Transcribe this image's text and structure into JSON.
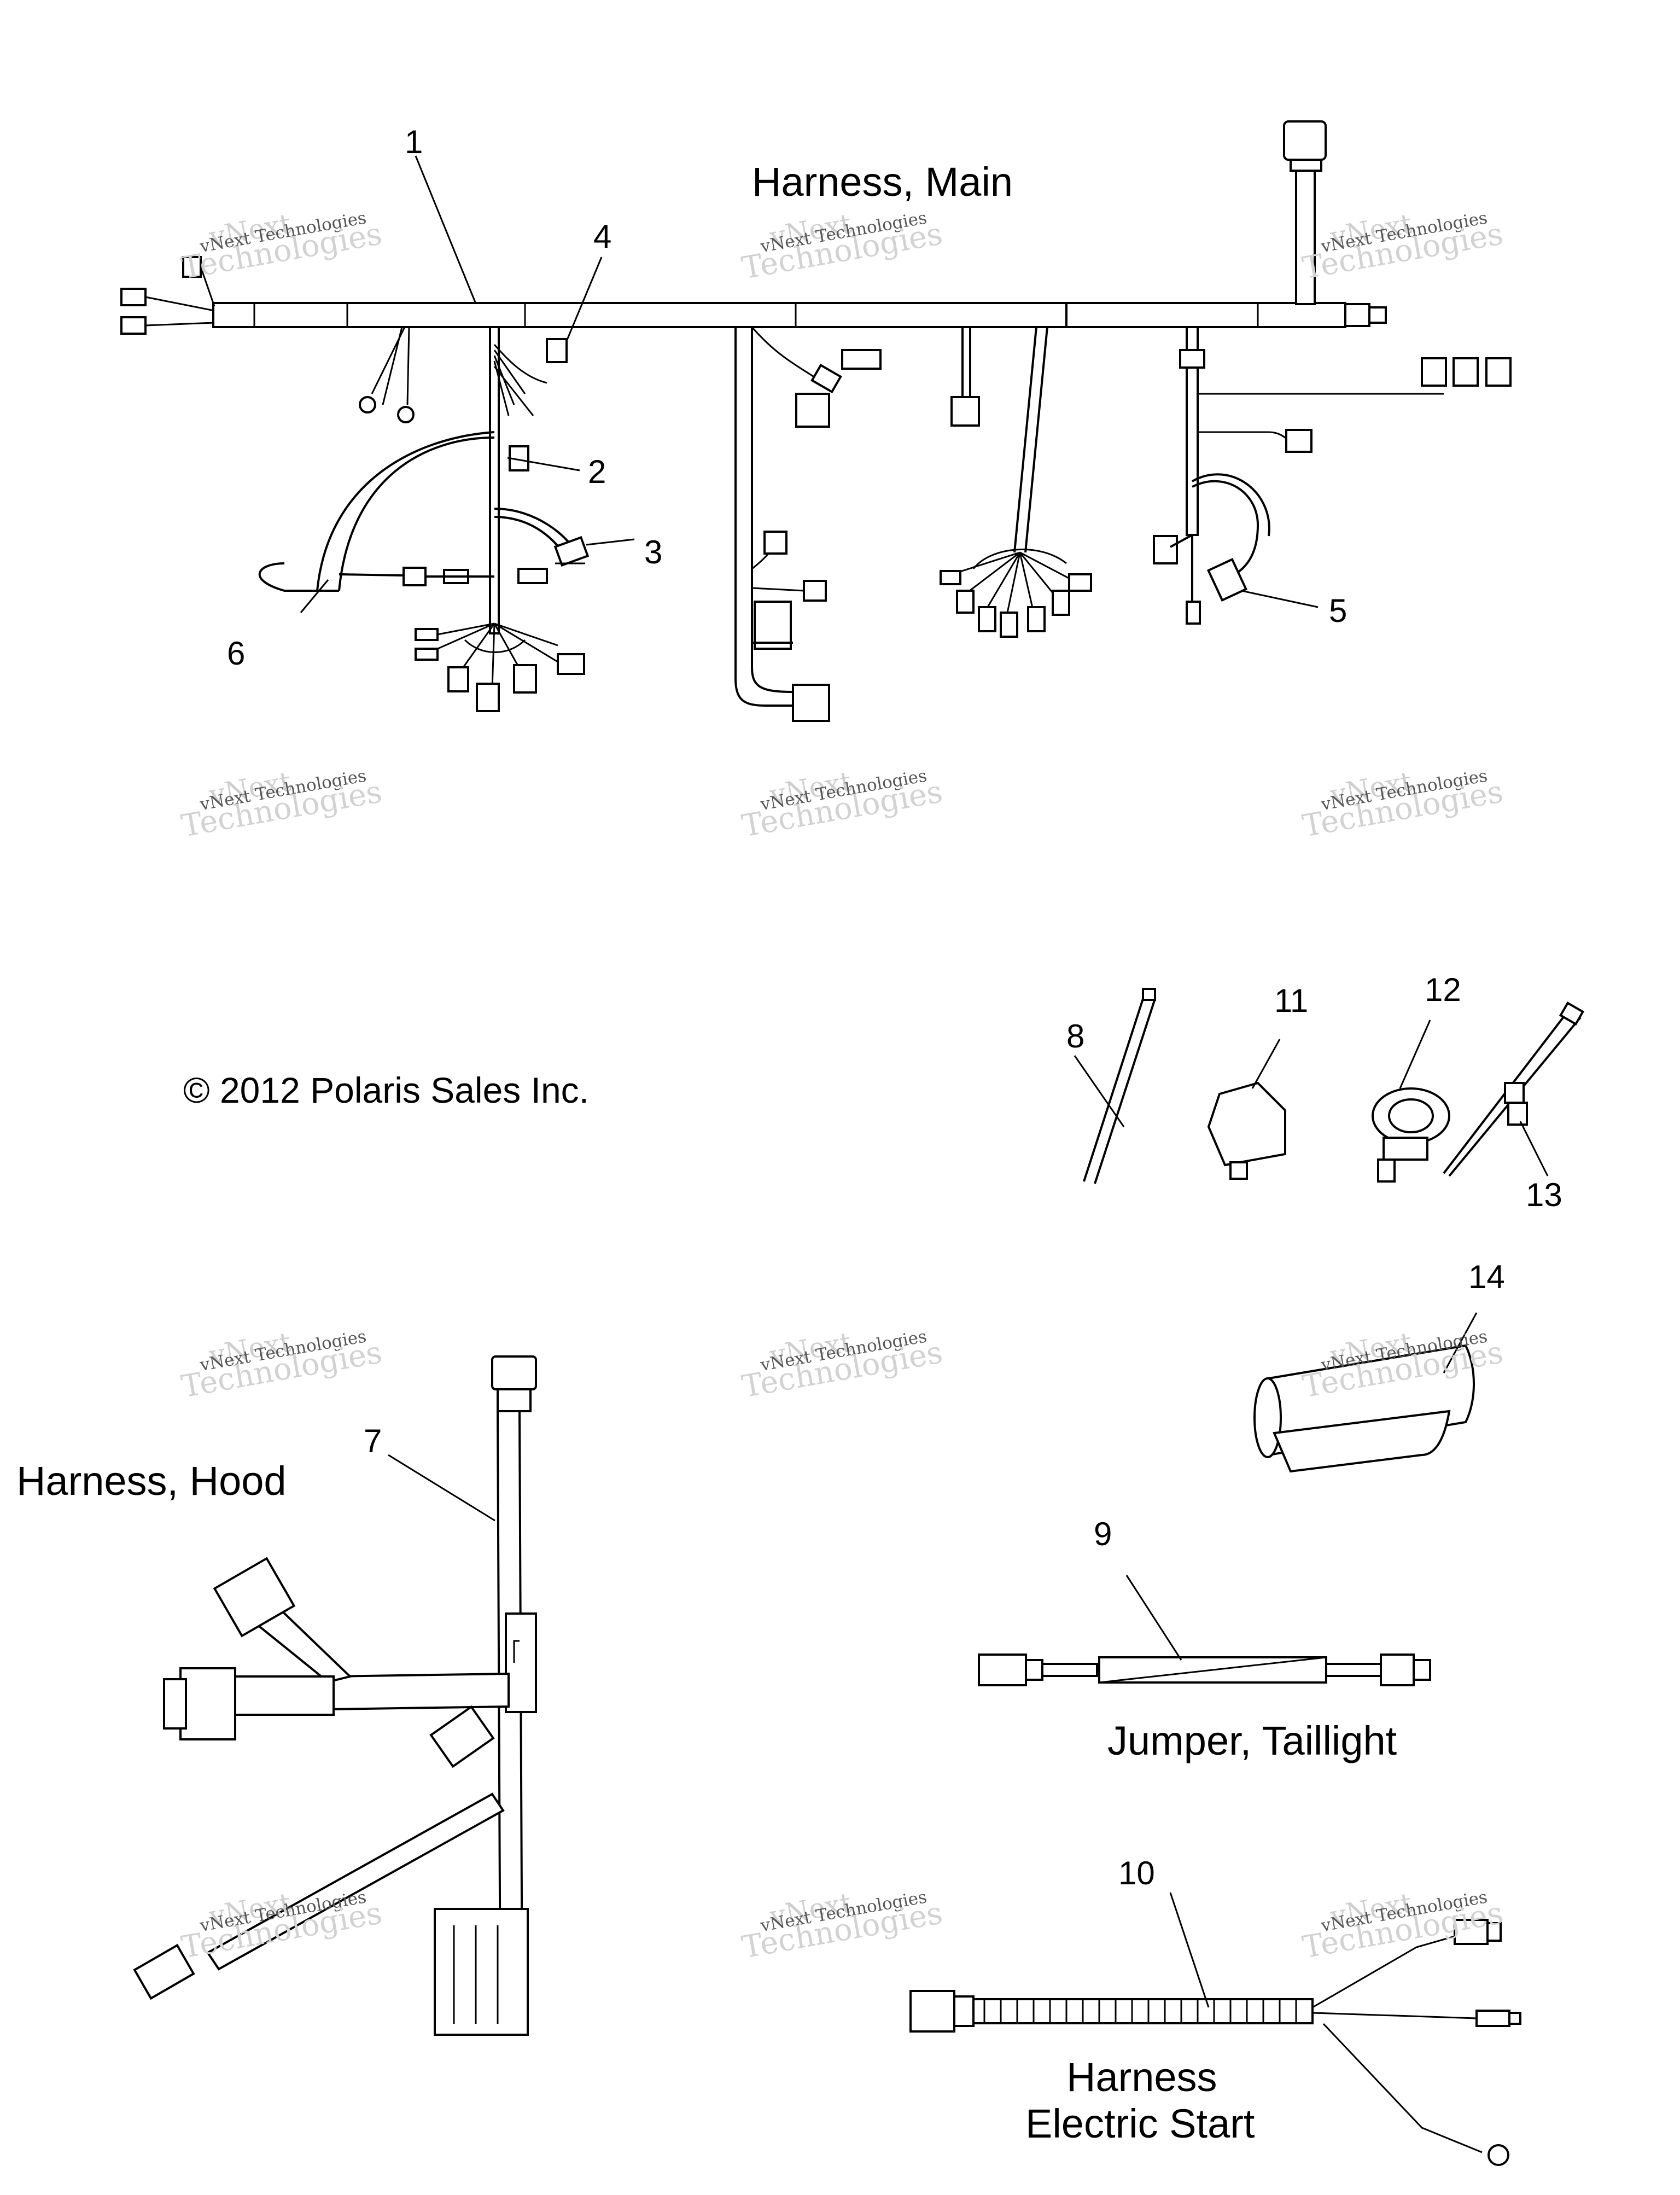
{
  "titles": {
    "main": "Harness, Main",
    "hood": "Harness, Hood",
    "jumper": "Jumper, Taillight",
    "electric_start_line1": "Harness",
    "electric_start_line2": "Electric Start"
  },
  "copyright": "© 2012 Polaris Sales Inc.",
  "callouts": [
    "1",
    "2",
    "3",
    "4",
    "5",
    "6",
    "7",
    "8",
    "9",
    "10",
    "11",
    "12",
    "13",
    "14"
  ],
  "watermark": {
    "line1": "vNext",
    "line2": "vNext Technologies",
    "line3": "Technologies"
  }
}
